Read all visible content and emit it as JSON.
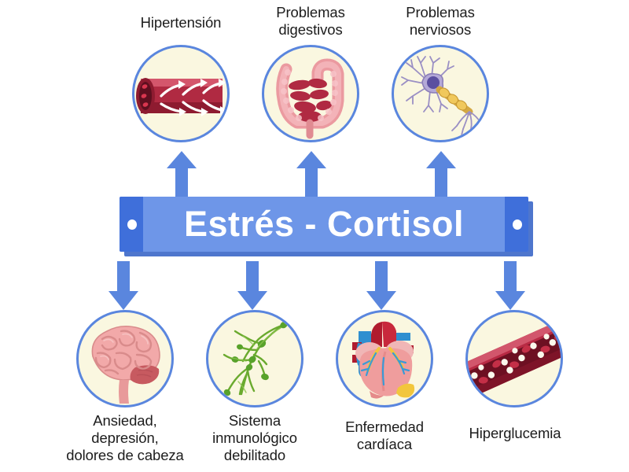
{
  "banner": {
    "title": "Estrés - Cortisol",
    "color": "#6e96e8",
    "cap_color": "#3f6fda",
    "shadow_color": "#2f5ec4",
    "text_color": "#ffffff"
  },
  "theme": {
    "arrow_color": "#5a86de",
    "circle_stroke": "#5a86de",
    "circle_fill": "#faf7e0",
    "label_color": "#1c1c1c",
    "background": "#ffffff"
  },
  "top_nodes": [
    {
      "label": "Hipertensión",
      "icon": "blood-vessel-flow-icon"
    },
    {
      "label": "Problemas\ndigestivos",
      "icon": "intestines-icon"
    },
    {
      "label": "Problemas\nnerviosos",
      "icon": "neuron-icon"
    }
  ],
  "bottom_nodes": [
    {
      "label": "Ansiedad,\ndepresión,\ndolores de cabeza",
      "icon": "brain-icon"
    },
    {
      "label": "Sistema\ninmunológico\ndebilitado",
      "icon": "lymphatic-vessels-icon"
    },
    {
      "label": "Enfermedad\ncardíaca",
      "icon": "heart-icon"
    },
    {
      "label": "Hiperglucemia",
      "icon": "blood-vessel-glucose-icon"
    }
  ],
  "arrows": {
    "up_count": 3,
    "down_count": 4,
    "up_direction": "up",
    "down_direction": "down"
  }
}
